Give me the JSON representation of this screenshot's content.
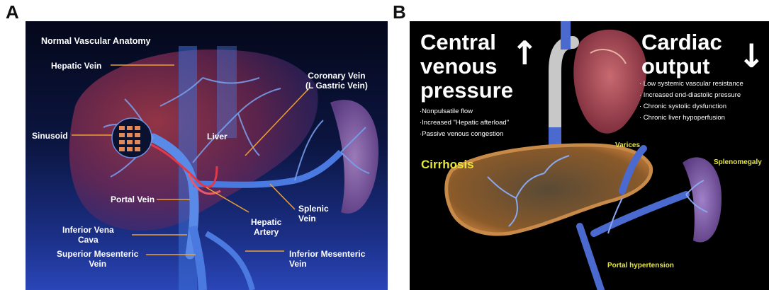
{
  "panel_a": {
    "letter": "A",
    "title": "Normal Vascular Anatomy",
    "labels": {
      "hepatic_vein": "Hepatic Vein",
      "coronary_vein_1": "Coronary Vein",
      "coronary_vein_2": "(L Gastric Vein)",
      "sinusoid": "Sinusoid",
      "liver": "Liver",
      "portal_vein": "Portal Vein",
      "splenic_vein_1": "Splenic",
      "splenic_vein_2": "Vein",
      "hepatic_artery_1": "Hepatic",
      "hepatic_artery_2": "Artery",
      "ivc_1": "Inferior Vena",
      "ivc_2": "Cava",
      "smv_1": "Superior Mesenteric",
      "smv_2": "Vein",
      "imv_1": "Inferior Mesenteric",
      "imv_2": "Vein"
    }
  },
  "panel_b": {
    "letter": "B",
    "left_heading": [
      "Central",
      "venous",
      "pressure"
    ],
    "left_arrow": "↑",
    "left_bullets": [
      "·Nonpulsatile flow",
      "·Increased \"Hepatic afterload\"",
      "·Passive venous congestion"
    ],
    "right_heading": [
      "Cardiac",
      "output"
    ],
    "right_arrow": "↓",
    "right_bullets": [
      "· Low systemic vascular resistance",
      "· Increased end-diastolic pressure",
      "· Chronic systolic dysfunction",
      "· Chronic liver hypoperfusion"
    ],
    "cirrhosis": "Cirrhosis",
    "varices": "Varices",
    "splenomegaly": "Splenomegaly",
    "portal_hypertension": "Portal hypertension"
  },
  "colors": {
    "label_yellow": "#e6e63a",
    "leader_orange": "#f0a030"
  }
}
